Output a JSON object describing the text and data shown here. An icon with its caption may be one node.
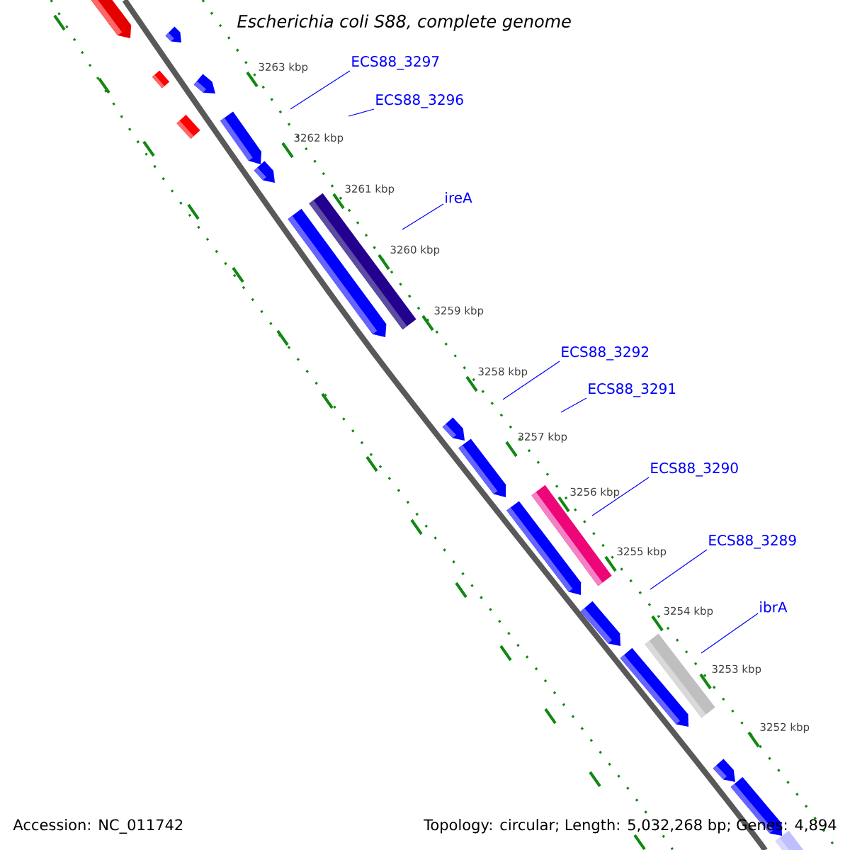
{
  "diagram": {
    "title": "Escherichia coli S88, complete genome",
    "nodes": [
      {
        "text": [
          "ECS88_3297"
        ]
      },
      {
        "text": [
          "ECS88_3296"
        ]
      },
      {
        "text": [
          "ireA"
        ]
      },
      {
        "text": [
          "ECS88_3292"
        ]
      },
      {
        "text": [
          "ECS88_3291"
        ]
      },
      {
        "text": [
          "ECS88_3290"
        ]
      },
      {
        "text": [
          "ECS88_3289"
        ]
      },
      {
        "text": [
          "ibrA"
        ]
      }
    ],
    "edges": [
      {
        "from": 0,
        "to": null,
        "arrow": "none"
      },
      {
        "from": 1,
        "to": null,
        "arrow": "none"
      },
      {
        "from": 2,
        "to": null,
        "arrow": "none"
      },
      {
        "from": 3,
        "to": null,
        "arrow": "none"
      },
      {
        "from": 4,
        "to": null,
        "arrow": "none"
      },
      {
        "from": 5,
        "to": null,
        "arrow": "none"
      },
      {
        "from": 6,
        "to": null,
        "arrow": "none"
      },
      {
        "from": 7,
        "to": null,
        "arrow": "none"
      }
    ],
    "labels": [
      "3263 kbp",
      "3262 kbp",
      "3261 kbp",
      "3260 kbp",
      "3259 kbp",
      "3258 kbp",
      "3257 kbp",
      "3256 kbp",
      "3255 kbp",
      "3254 kbp",
      "3253 kbp",
      "3252 kbp",
      "Accession: NC_011742",
      "Topology: circular; Length: 5,032,268 bp; Genes: 4,894"
    ]
  }
}
